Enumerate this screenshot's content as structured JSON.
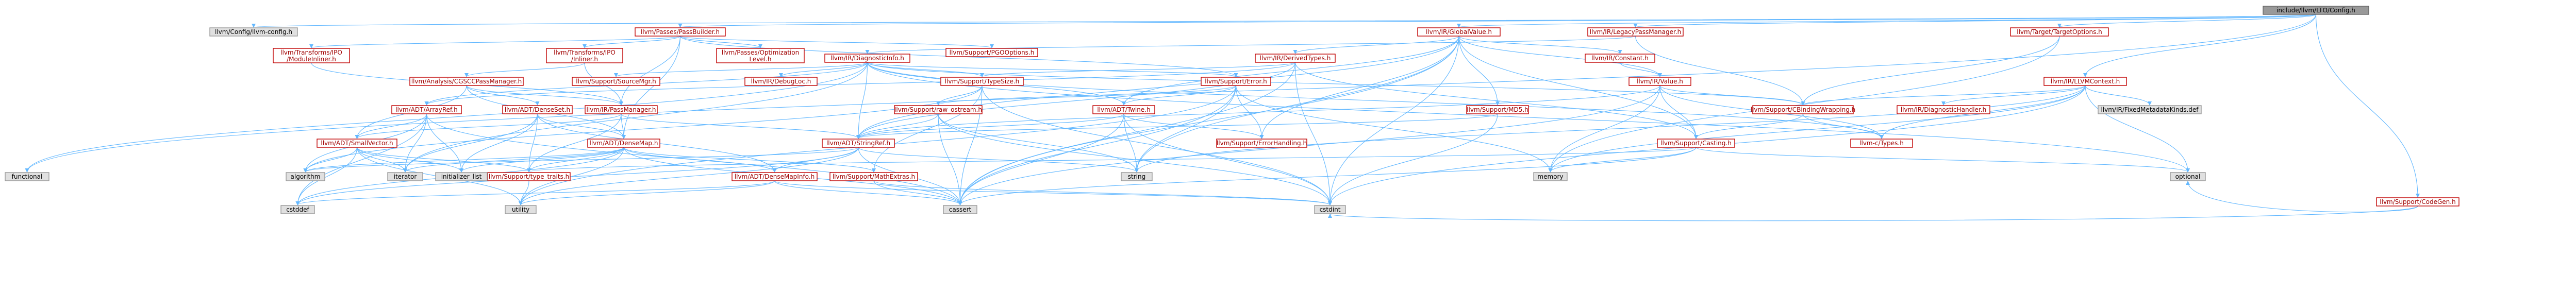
{
  "colors": {
    "edge": "#63b8ff",
    "root_fill": "#999999",
    "header_border": "#c00000",
    "std_fill": "#e0e0e0"
  },
  "nodes": [
    {
      "id": "root",
      "label": "include/llvm/LTO/Config.h",
      "kind": "root"
    },
    {
      "id": "configh",
      "label": "llvm/Config/llvm-config.h",
      "kind": "ext"
    },
    {
      "id": "passbuilder",
      "label": "llvm/Passes/PassBuilder.h",
      "kind": "hdr"
    },
    {
      "id": "globalvalue",
      "label": "llvm/IR/GlobalValue.h",
      "kind": "hdr"
    },
    {
      "id": "legacypm",
      "label": "llvm/IR/LegacyPassManager.h",
      "kind": "hdr"
    },
    {
      "id": "targetoptions",
      "label": "llvm/Target/TargetOptions.h",
      "kind": "hdr"
    },
    {
      "id": "moduleinliner",
      "label": "llvm/Transforms/IPO\n/ModuleInliner.h",
      "kind": "hdr"
    },
    {
      "id": "inliner",
      "label": "llvm/Transforms/IPO\n/Inliner.h",
      "kind": "hdr"
    },
    {
      "id": "optlevel",
      "label": "llvm/Passes/Optimization\nLevel.h",
      "kind": "hdr"
    },
    {
      "id": "pgo",
      "label": "llvm/Support/PGOOptions.h",
      "kind": "hdr"
    },
    {
      "id": "diaginfo",
      "label": "llvm/IR/DiagnosticInfo.h",
      "kind": "hdr"
    },
    {
      "id": "derivedtypes",
      "label": "llvm/IR/DerivedTypes.h",
      "kind": "hdr"
    },
    {
      "id": "constant",
      "label": "llvm/IR/Constant.h",
      "kind": "hdr"
    },
    {
      "id": "value",
      "label": "llvm/IR/Value.h",
      "kind": "hdr"
    },
    {
      "id": "llvmcontext",
      "label": "llvm/IR/LLVMContext.h",
      "kind": "hdr"
    },
    {
      "id": "codegen",
      "label": "llvm/Support/CodeGen.h",
      "kind": "hdr"
    },
    {
      "id": "cgscc",
      "label": "llvm/Analysis/CGSCCPassManager.h",
      "kind": "hdr"
    },
    {
      "id": "sourcemgr",
      "label": "llvm/Support/SourceMgr.h",
      "kind": "hdr"
    },
    {
      "id": "debugloc",
      "label": "llvm/IR/DebugLoc.h",
      "kind": "hdr"
    },
    {
      "id": "typesize",
      "label": "llvm/Support/TypeSize.h",
      "kind": "hdr"
    },
    {
      "id": "error",
      "label": "llvm/Support/Error.h",
      "kind": "hdr"
    },
    {
      "id": "md5",
      "label": "llvm/Support/MD5.h",
      "kind": "hdr"
    },
    {
      "id": "cbinding",
      "label": "llvm/Support/CBindingWrapping.h",
      "kind": "hdr"
    },
    {
      "id": "diaghandler",
      "label": "llvm/IR/DiagnosticHandler.h",
      "kind": "hdr"
    },
    {
      "id": "fixedmd",
      "label": "llvm/IR/FixedMetadataKinds.def",
      "kind": "ext"
    },
    {
      "id": "arrayref",
      "label": "llvm/ADT/ArrayRef.h",
      "kind": "hdr"
    },
    {
      "id": "denseset",
      "label": "llvm/ADT/DenseSet.h",
      "kind": "hdr"
    },
    {
      "id": "irpm",
      "label": "llvm/IR/PassManager.h",
      "kind": "hdr"
    },
    {
      "id": "rawostream",
      "label": "llvm/Support/raw_ostream.h",
      "kind": "hdr"
    },
    {
      "id": "twine",
      "label": "llvm/ADT/Twine.h",
      "kind": "hdr"
    },
    {
      "id": "casting",
      "label": "llvm/Support/Casting.h",
      "kind": "hdr"
    },
    {
      "id": "ctypes",
      "label": "llvm-c/Types.h",
      "kind": "hdr"
    },
    {
      "id": "smallvector",
      "label": "llvm/ADT/SmallVector.h",
      "kind": "hdr"
    },
    {
      "id": "densemap",
      "label": "llvm/ADT/DenseMap.h",
      "kind": "hdr"
    },
    {
      "id": "stringref",
      "label": "llvm/ADT/StringRef.h",
      "kind": "hdr"
    },
    {
      "id": "errorhandling",
      "label": "llvm/Support/ErrorHandling.h",
      "kind": "hdr"
    },
    {
      "id": "typetraits",
      "label": "llvm/Support/type_traits.h",
      "kind": "hdr"
    },
    {
      "id": "densemapinfo",
      "label": "llvm/ADT/DenseMapInfo.h",
      "kind": "hdr"
    },
    {
      "id": "mathextras",
      "label": "llvm/Support/MathExtras.h",
      "kind": "hdr"
    },
    {
      "id": "functional",
      "label": "functional",
      "kind": "std"
    },
    {
      "id": "algorithm",
      "label": "algorithm",
      "kind": "std"
    },
    {
      "id": "iterator",
      "label": "iterator",
      "kind": "std"
    },
    {
      "id": "initlist",
      "label": "initializer_list",
      "kind": "std"
    },
    {
      "id": "cstddef",
      "label": "cstddef",
      "kind": "std"
    },
    {
      "id": "utility",
      "label": "utility",
      "kind": "std"
    },
    {
      "id": "cassert",
      "label": "cassert",
      "kind": "std"
    },
    {
      "id": "cstdint",
      "label": "cstdint",
      "kind": "std"
    },
    {
      "id": "string",
      "label": "string",
      "kind": "std"
    },
    {
      "id": "memory",
      "label": "memory",
      "kind": "std"
    },
    {
      "id": "optional",
      "label": "optional",
      "kind": "std"
    }
  ],
  "edges": [
    [
      "root",
      "configh"
    ],
    [
      "root",
      "passbuilder"
    ],
    [
      "root",
      "globalvalue"
    ],
    [
      "root",
      "legacypm"
    ],
    [
      "root",
      "targetoptions"
    ],
    [
      "root",
      "llvmcontext"
    ],
    [
      "root",
      "codegen"
    ],
    [
      "root",
      "functional"
    ],
    [
      "passbuilder",
      "moduleinliner"
    ],
    [
      "passbuilder",
      "inliner"
    ],
    [
      "passbuilder",
      "optlevel"
    ],
    [
      "passbuilder",
      "pgo"
    ],
    [
      "passbuilder",
      "irpm"
    ],
    [
      "passbuilder",
      "error"
    ],
    [
      "passbuilder",
      "densemap"
    ],
    [
      "moduleinliner",
      "irpm"
    ],
    [
      "inliner",
      "cgscc"
    ],
    [
      "inliner",
      "irpm"
    ],
    [
      "cgscc",
      "irpm"
    ],
    [
      "cgscc",
      "densemap"
    ],
    [
      "cgscc",
      "denseset"
    ],
    [
      "cgscc",
      "smallvector"
    ],
    [
      "globalvalue",
      "derivedtypes"
    ],
    [
      "globalvalue",
      "constant"
    ],
    [
      "globalvalue",
      "value"
    ],
    [
      "globalvalue",
      "md5"
    ],
    [
      "globalvalue",
      "casting"
    ],
    [
      "globalvalue",
      "errorhandling"
    ],
    [
      "globalvalue",
      "stringref"
    ],
    [
      "globalvalue",
      "twine"
    ],
    [
      "globalvalue",
      "cstdint"
    ],
    [
      "globalvalue",
      "cassert"
    ],
    [
      "globalvalue",
      "string"
    ],
    [
      "legacypm",
      "cbinding"
    ],
    [
      "legacypm",
      "diaginfo"
    ],
    [
      "diaginfo",
      "arrayref"
    ],
    [
      "diaginfo",
      "debugloc"
    ],
    [
      "diaginfo",
      "sourcemgr"
    ],
    [
      "diaginfo",
      "typesize"
    ],
    [
      "diaginfo",
      "twine"
    ],
    [
      "diaginfo",
      "stringref"
    ],
    [
      "diaginfo",
      "ctypes"
    ],
    [
      "diaginfo",
      "cbinding"
    ],
    [
      "diaginfo",
      "error"
    ],
    [
      "diaginfo",
      "iterator"
    ],
    [
      "diaginfo",
      "optional"
    ],
    [
      "diaginfo",
      "functional"
    ],
    [
      "derivedtypes",
      "typesize"
    ],
    [
      "derivedtypes",
      "arrayref"
    ],
    [
      "derivedtypes",
      "stringref"
    ],
    [
      "derivedtypes",
      "casting"
    ],
    [
      "derivedtypes",
      "cassert"
    ],
    [
      "derivedtypes",
      "cstdint"
    ],
    [
      "constant",
      "value"
    ],
    [
      "value",
      "casting"
    ],
    [
      "value",
      "cbinding"
    ],
    [
      "value",
      "ctypes"
    ],
    [
      "value",
      "stringref"
    ],
    [
      "value",
      "memory"
    ],
    [
      "value",
      "cassert"
    ],
    [
      "llvmcontext",
      "diaghandler"
    ],
    [
      "llvmcontext",
      "fixedmd"
    ],
    [
      "llvmcontext",
      "cbinding"
    ],
    [
      "llvmcontext",
      "ctypes"
    ],
    [
      "llvmcontext",
      "memory"
    ],
    [
      "llvmcontext",
      "optional"
    ],
    [
      "llvmcontext",
      "string"
    ],
    [
      "llvmcontext",
      "cstdint"
    ],
    [
      "codegen",
      "optional"
    ],
    [
      "codegen",
      "cstdint"
    ],
    [
      "targetoptions",
      "memory"
    ],
    [
      "targetoptions",
      "cbinding"
    ],
    [
      "typesize",
      "rawostream"
    ],
    [
      "typesize",
      "mathextras"
    ],
    [
      "typesize",
      "cassert"
    ],
    [
      "typesize",
      "algorithm"
    ],
    [
      "typesize",
      "cstdint"
    ],
    [
      "error",
      "rawostream"
    ],
    [
      "error",
      "errorhandling"
    ],
    [
      "error",
      "twine"
    ],
    [
      "error",
      "memory"
    ],
    [
      "error",
      "string"
    ],
    [
      "error",
      "utility"
    ],
    [
      "error",
      "cassert"
    ],
    [
      "md5",
      "stringref"
    ],
    [
      "md5",
      "cstdint"
    ],
    [
      "cbinding",
      "casting"
    ],
    [
      "cbinding",
      "ctypes"
    ],
    [
      "arrayref",
      "smallvector"
    ],
    [
      "arrayref",
      "iterator"
    ],
    [
      "arrayref",
      "algorithm"
    ],
    [
      "arrayref",
      "initlist"
    ],
    [
      "arrayref",
      "cassert"
    ],
    [
      "arrayref",
      "cstddef"
    ],
    [
      "denseset",
      "densemap"
    ],
    [
      "denseset",
      "densemapinfo"
    ],
    [
      "denseset",
      "typetraits"
    ],
    [
      "denseset",
      "initlist"
    ],
    [
      "denseset",
      "iterator"
    ],
    [
      "irpm",
      "smallvector"
    ],
    [
      "irpm",
      "densemap"
    ],
    [
      "irpm",
      "stringref"
    ],
    [
      "irpm",
      "typetraits"
    ],
    [
      "rawostream",
      "stringref"
    ],
    [
      "rawostream",
      "string"
    ],
    [
      "rawostream",
      "cstdint"
    ],
    [
      "rawostream",
      "cassert"
    ],
    [
      "twine",
      "stringref"
    ],
    [
      "twine",
      "errorhandling"
    ],
    [
      "twine",
      "string"
    ],
    [
      "twine",
      "cstdint"
    ],
    [
      "twine",
      "cassert"
    ],
    [
      "casting",
      "typetraits"
    ],
    [
      "casting",
      "memory"
    ],
    [
      "casting",
      "optional"
    ],
    [
      "casting",
      "cassert"
    ],
    [
      "smallvector",
      "typetraits"
    ],
    [
      "smallvector",
      "algorithm"
    ],
    [
      "smallvector",
      "iterator"
    ],
    [
      "smallvector",
      "cstddef"
    ],
    [
      "smallvector",
      "initlist"
    ],
    [
      "smallvector",
      "utility"
    ],
    [
      "densemap",
      "densemapinfo"
    ],
    [
      "densemap",
      "mathextras"
    ],
    [
      "densemap",
      "typetraits"
    ],
    [
      "densemap",
      "algorithm"
    ],
    [
      "densemap",
      "iterator"
    ],
    [
      "densemap",
      "initlist"
    ],
    [
      "densemap",
      "utility"
    ],
    [
      "densemap",
      "cassert"
    ],
    [
      "densemap",
      "cstddef"
    ],
    [
      "stringref",
      "densemapinfo"
    ],
    [
      "stringref",
      "algorithm"
    ],
    [
      "stringref",
      "cassert"
    ],
    [
      "stringref",
      "cstddef"
    ],
    [
      "stringref",
      "string"
    ],
    [
      "stringref",
      "utility"
    ],
    [
      "densemapinfo",
      "cassert"
    ],
    [
      "densemapinfo",
      "cstddef"
    ],
    [
      "densemapinfo",
      "utility"
    ],
    [
      "densemapinfo",
      "cstdint"
    ],
    [
      "mathextras",
      "cassert"
    ],
    [
      "mathextras",
      "cstdint"
    ],
    [
      "typetraits",
      "utility"
    ]
  ]
}
